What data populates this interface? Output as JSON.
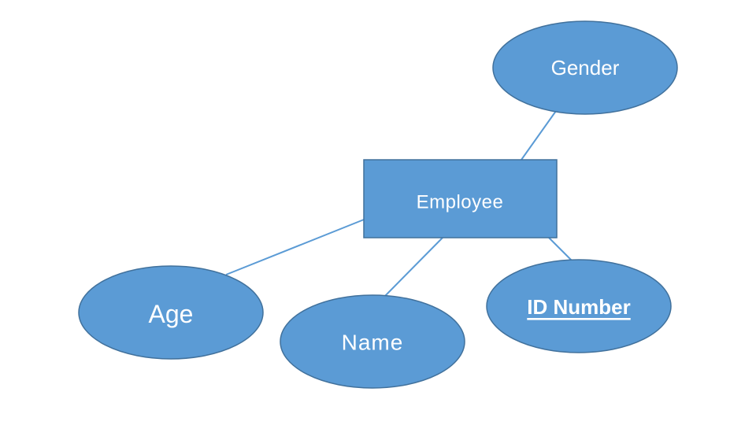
{
  "diagram": {
    "entity": {
      "label": "Employee"
    },
    "attributes": {
      "gender": "Gender",
      "age": "Age",
      "name": "Name",
      "id_number": "ID Number"
    },
    "colors": {
      "fill": "#5b9bd5",
      "border": "#41719c",
      "text": "#ffffff",
      "connector": "#5b9bd5"
    }
  }
}
